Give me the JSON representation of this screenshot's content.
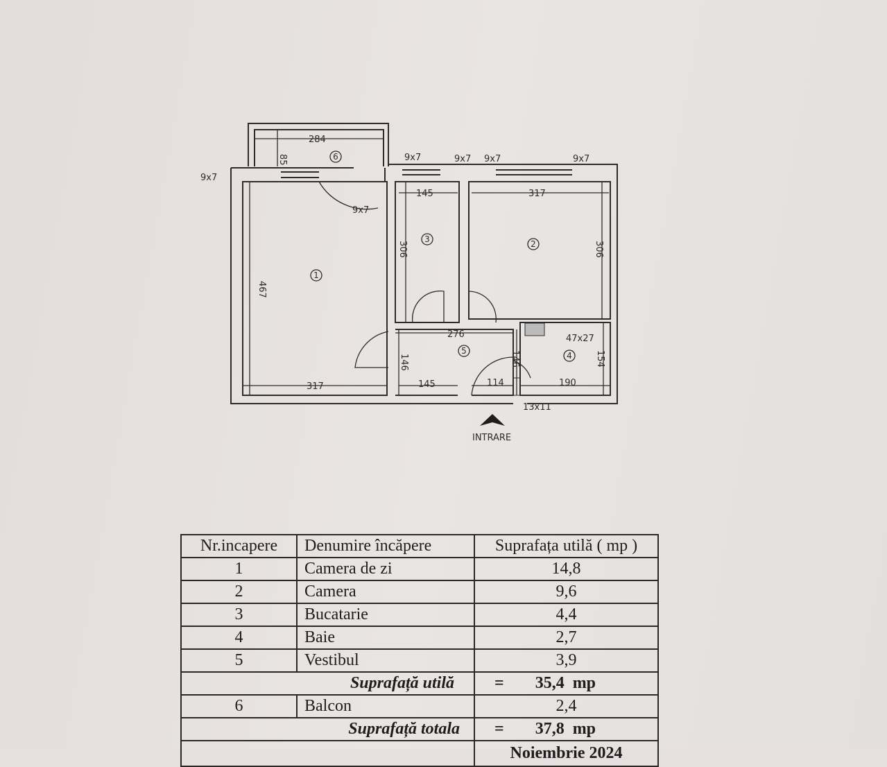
{
  "plan": {
    "rooms": [
      "1",
      "2",
      "3",
      "4",
      "5",
      "6"
    ],
    "dims": {
      "balcony_width": "284",
      "balcony_depth": "85",
      "r1_width": "317",
      "r1_height": "467",
      "r3_width": "145",
      "r3_height": "306",
      "r2_width": "317",
      "r2_height": "306",
      "hall_width": "276",
      "hall_height": "146",
      "hall_bottom_left": "145",
      "hall_bottom_right": "114",
      "hall_height2": "146",
      "bath_width": "190",
      "bath_height": "154",
      "duct": "47x27",
      "column": "13x11",
      "w1": "9x7",
      "w2": "9x7",
      "w3": "9x7",
      "w4": "9x7",
      "w5": "9x7",
      "w6": "9x7"
    },
    "entrance_label": "INTRARE",
    "entrance_icon": "arrow-up-icon"
  },
  "table": {
    "headers": [
      "Nr.incapere",
      "Denumire încăpere",
      "Suprafața utilă ( mp )"
    ],
    "rows": [
      {
        "nr": "1",
        "name": "Camera de zi",
        "area": "14,8"
      },
      {
        "nr": "2",
        "name": "Camera",
        "area": "9,6"
      },
      {
        "nr": "3",
        "name": "Bucatarie",
        "area": "4,4"
      },
      {
        "nr": "4",
        "name": "Baie",
        "area": "2,7"
      },
      {
        "nr": "5",
        "name": "Vestibul",
        "area": "3,9"
      }
    ],
    "useful": {
      "label": "Suprafață utilă",
      "eq": "=",
      "value": "35,4",
      "unit": "mp"
    },
    "balcony": {
      "nr": "6",
      "name": "Balcon",
      "area": "2,4"
    },
    "total": {
      "label": "Suprafață totala",
      "eq": "=",
      "value": "37,8",
      "unit": "mp"
    },
    "date_partial": "Noiembrie 2024"
  }
}
